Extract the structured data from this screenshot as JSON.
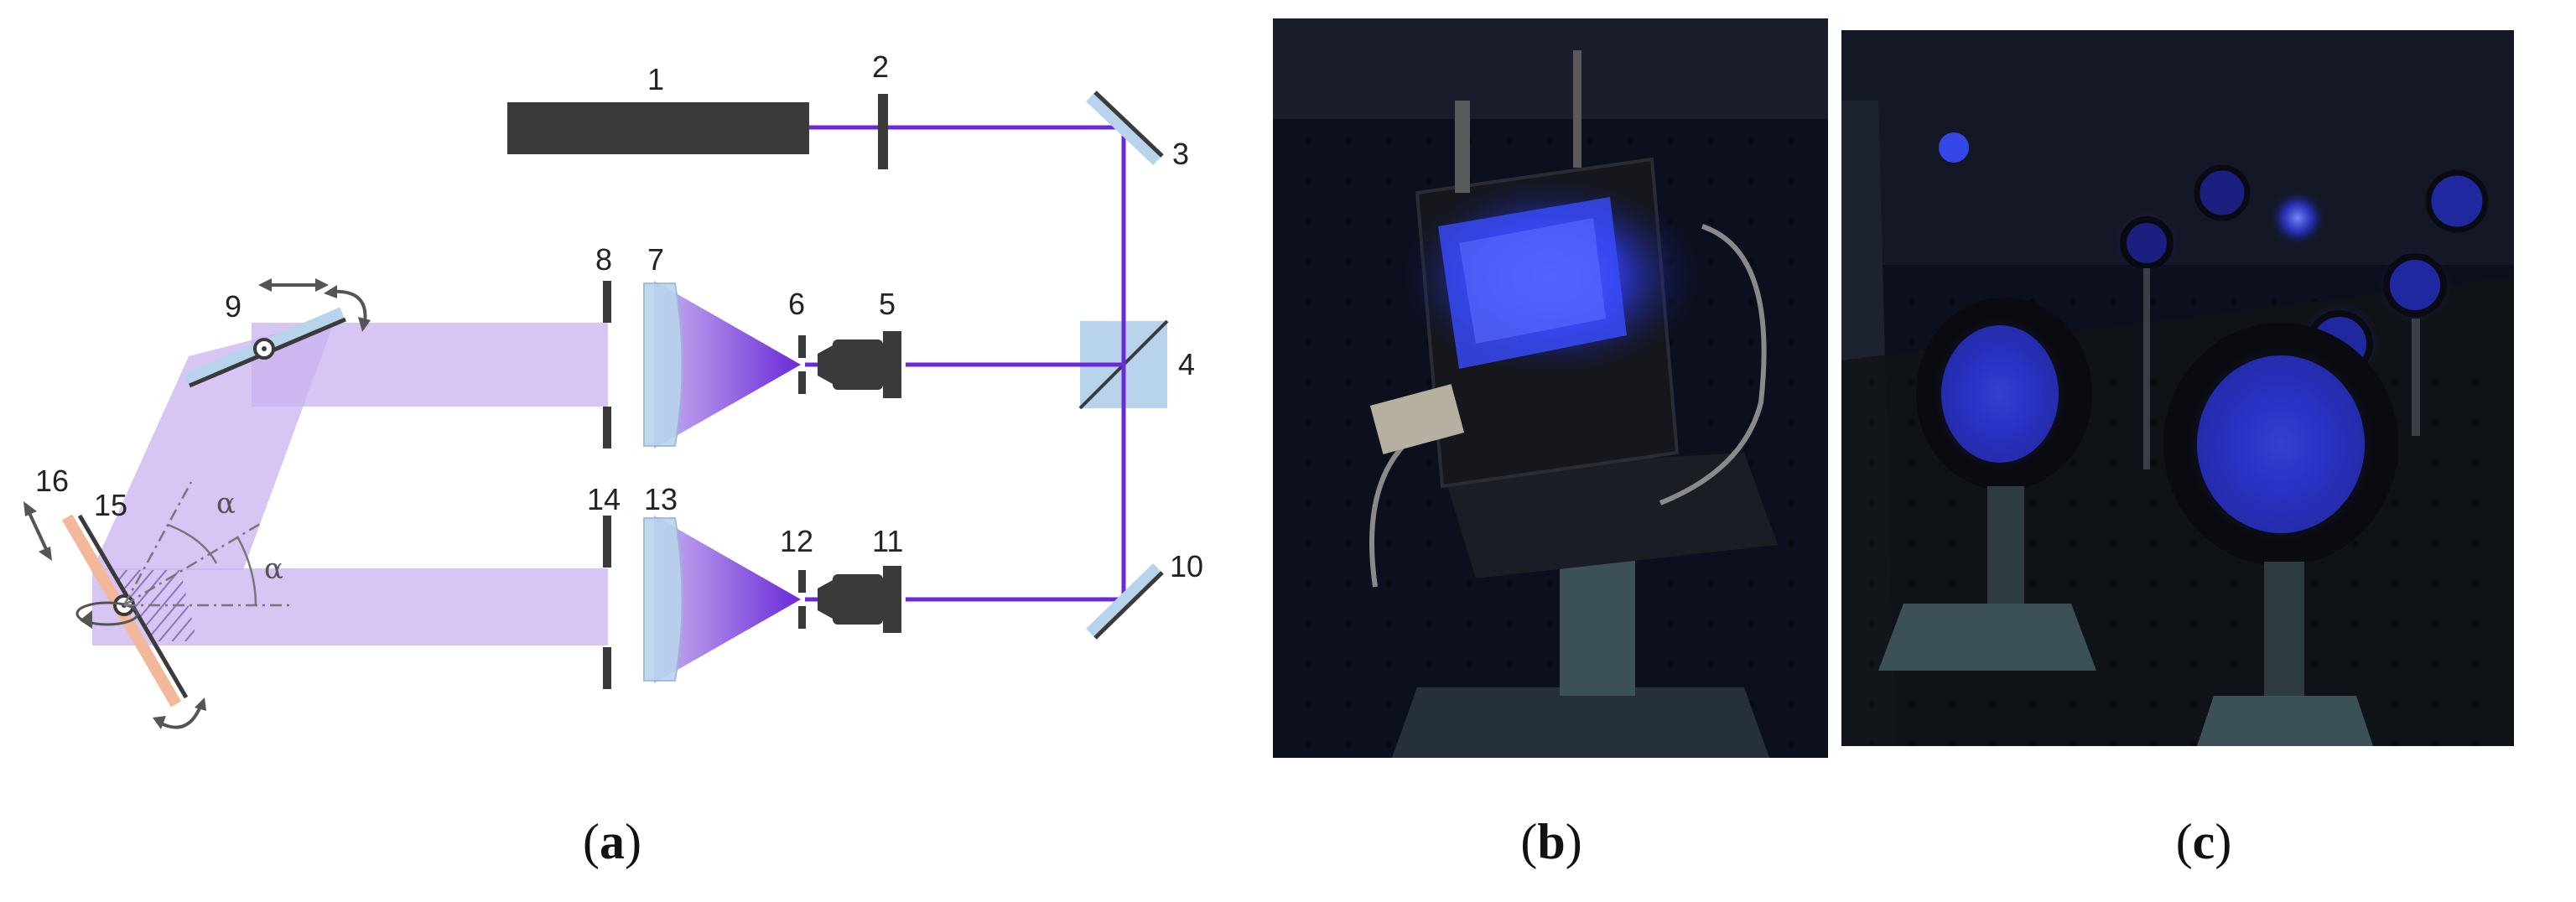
{
  "diagram": {
    "component_numbers": [
      "1",
      "2",
      "3",
      "4",
      "5",
      "6",
      "7",
      "8",
      "9",
      "10",
      "11",
      "12",
      "13",
      "14",
      "15",
      "16"
    ],
    "angle_symbol": "α"
  },
  "panels": [
    {
      "open": "(",
      "letter": "a",
      "close": ")"
    },
    {
      "open": "(",
      "letter": "b",
      "close": ")"
    },
    {
      "open": "(",
      "letter": "c",
      "close": ")"
    }
  ],
  "colors": {
    "laser_beam": "#6a2ad8",
    "wide_beam": "#c9b2f0",
    "lens": "#b8d4ec",
    "component": "#3a3a3a",
    "sample_plate": "#f2b899",
    "photo_background": "#0c0f1e",
    "glow": "#3a4cff"
  }
}
